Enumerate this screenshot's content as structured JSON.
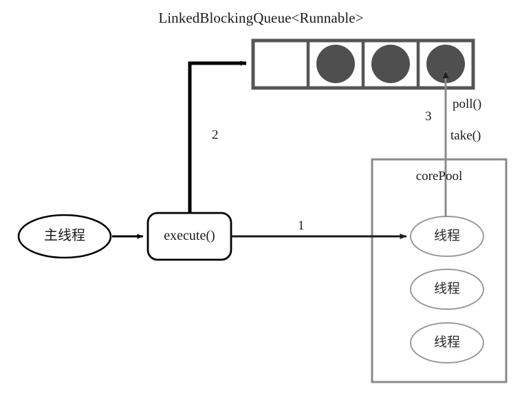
{
  "diagram": {
    "title": "LinkedBlockingQueue<Runnable>",
    "queue": {
      "name": "linked-blocking-queue",
      "cells": [
        {
          "filled": false
        },
        {
          "filled": true
        },
        {
          "filled": true
        },
        {
          "filled": true
        }
      ],
      "border_color": "#555555",
      "task_color": "#4f4f4f"
    },
    "main_thread": {
      "label": "主线程",
      "shape": "ellipse",
      "border_color": "#000000"
    },
    "execute": {
      "label": "execute()",
      "shape": "rounded-rect",
      "border_color": "#000000"
    },
    "core_pool": {
      "label": "corePool",
      "border_color": "#8a8a8a",
      "threads": [
        {
          "label": "线程"
        },
        {
          "label": "线程"
        },
        {
          "label": "线程"
        }
      ],
      "thread_border_color": "#9a9a9a"
    },
    "edges": [
      {
        "name": "main-thread-to-execute",
        "label": "",
        "color": "#000000"
      },
      {
        "name": "execute-to-thread",
        "label": "1",
        "color": "#1a1a1a"
      },
      {
        "name": "execute-to-queue",
        "label": "2",
        "color": "#000000"
      },
      {
        "name": "queue-to-thread",
        "label": "3",
        "color": "#8a8a8a"
      }
    ],
    "annotations": {
      "poll": "poll()",
      "take": "take()"
    }
  }
}
